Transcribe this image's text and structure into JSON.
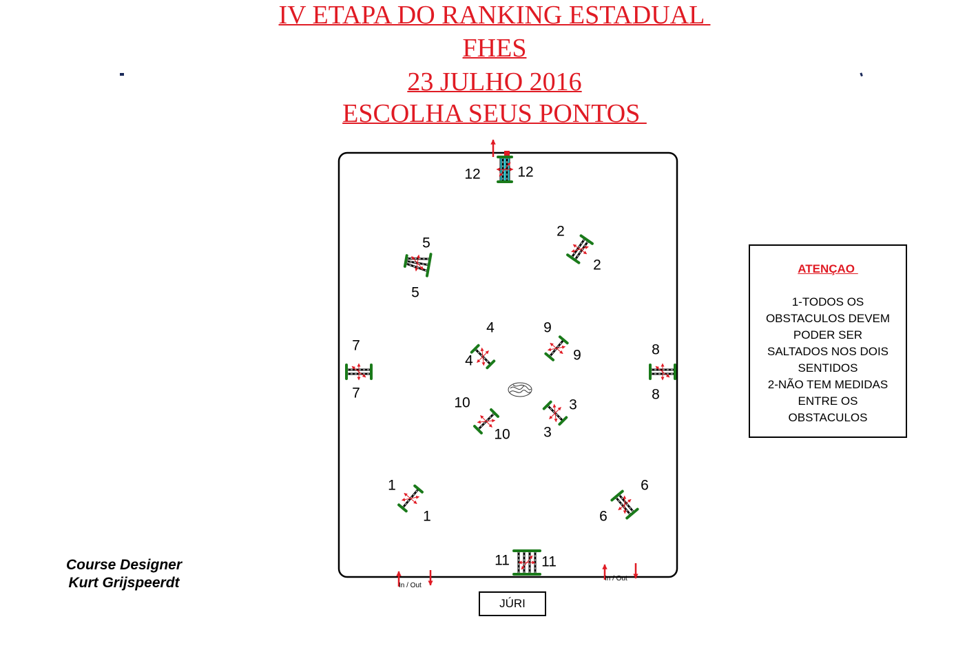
{
  "title": {
    "line1": "IV ETAPA DO RANKING ESTADUAL ",
    "line2": "FHES",
    "line3": "23 JULHO 2016",
    "line4": "ESCOLHA SEUS PONTOS "
  },
  "arena": {
    "obstacles": [
      {
        "id": "1",
        "labels": [
          "1",
          "1"
        ]
      },
      {
        "id": "2",
        "labels": [
          "2",
          "2"
        ]
      },
      {
        "id": "3",
        "labels": [
          "3",
          "3"
        ]
      },
      {
        "id": "4",
        "labels": [
          "4",
          "4"
        ]
      },
      {
        "id": "5",
        "labels": [
          "5",
          "5"
        ]
      },
      {
        "id": "6",
        "labels": [
          "6",
          "6"
        ]
      },
      {
        "id": "7",
        "labels": [
          "7",
          "7"
        ]
      },
      {
        "id": "8",
        "labels": [
          "8",
          "8"
        ]
      },
      {
        "id": "9",
        "labels": [
          "9",
          "9"
        ]
      },
      {
        "id": "10",
        "labels": [
          "10",
          "10"
        ]
      },
      {
        "id": "11",
        "labels": [
          "11",
          "11"
        ]
      },
      {
        "id": "12",
        "labels": [
          "12",
          "12"
        ]
      }
    ],
    "entrances": [
      "In / Out",
      "In / Out"
    ],
    "colors": {
      "border": "#000000",
      "standard": "#1a7a1a",
      "arrow": "#e01b24",
      "water": "#36d6e0"
    }
  },
  "notice": {
    "title": "ATENÇAO ",
    "lines": [
      "1-TODOS OS",
      "OBSTACULOS DEVEM",
      "PODER SER",
      "SALTADOS NOS DOIS",
      "SENTIDOS",
      "2-NÃO TEM MEDIDAS",
      "ENTRE OS",
      "OBSTACULOS"
    ]
  },
  "designer": {
    "role": "Course Designer",
    "name": "Kurt Grijspeerdt"
  },
  "jury": {
    "label": "JÚRI"
  }
}
